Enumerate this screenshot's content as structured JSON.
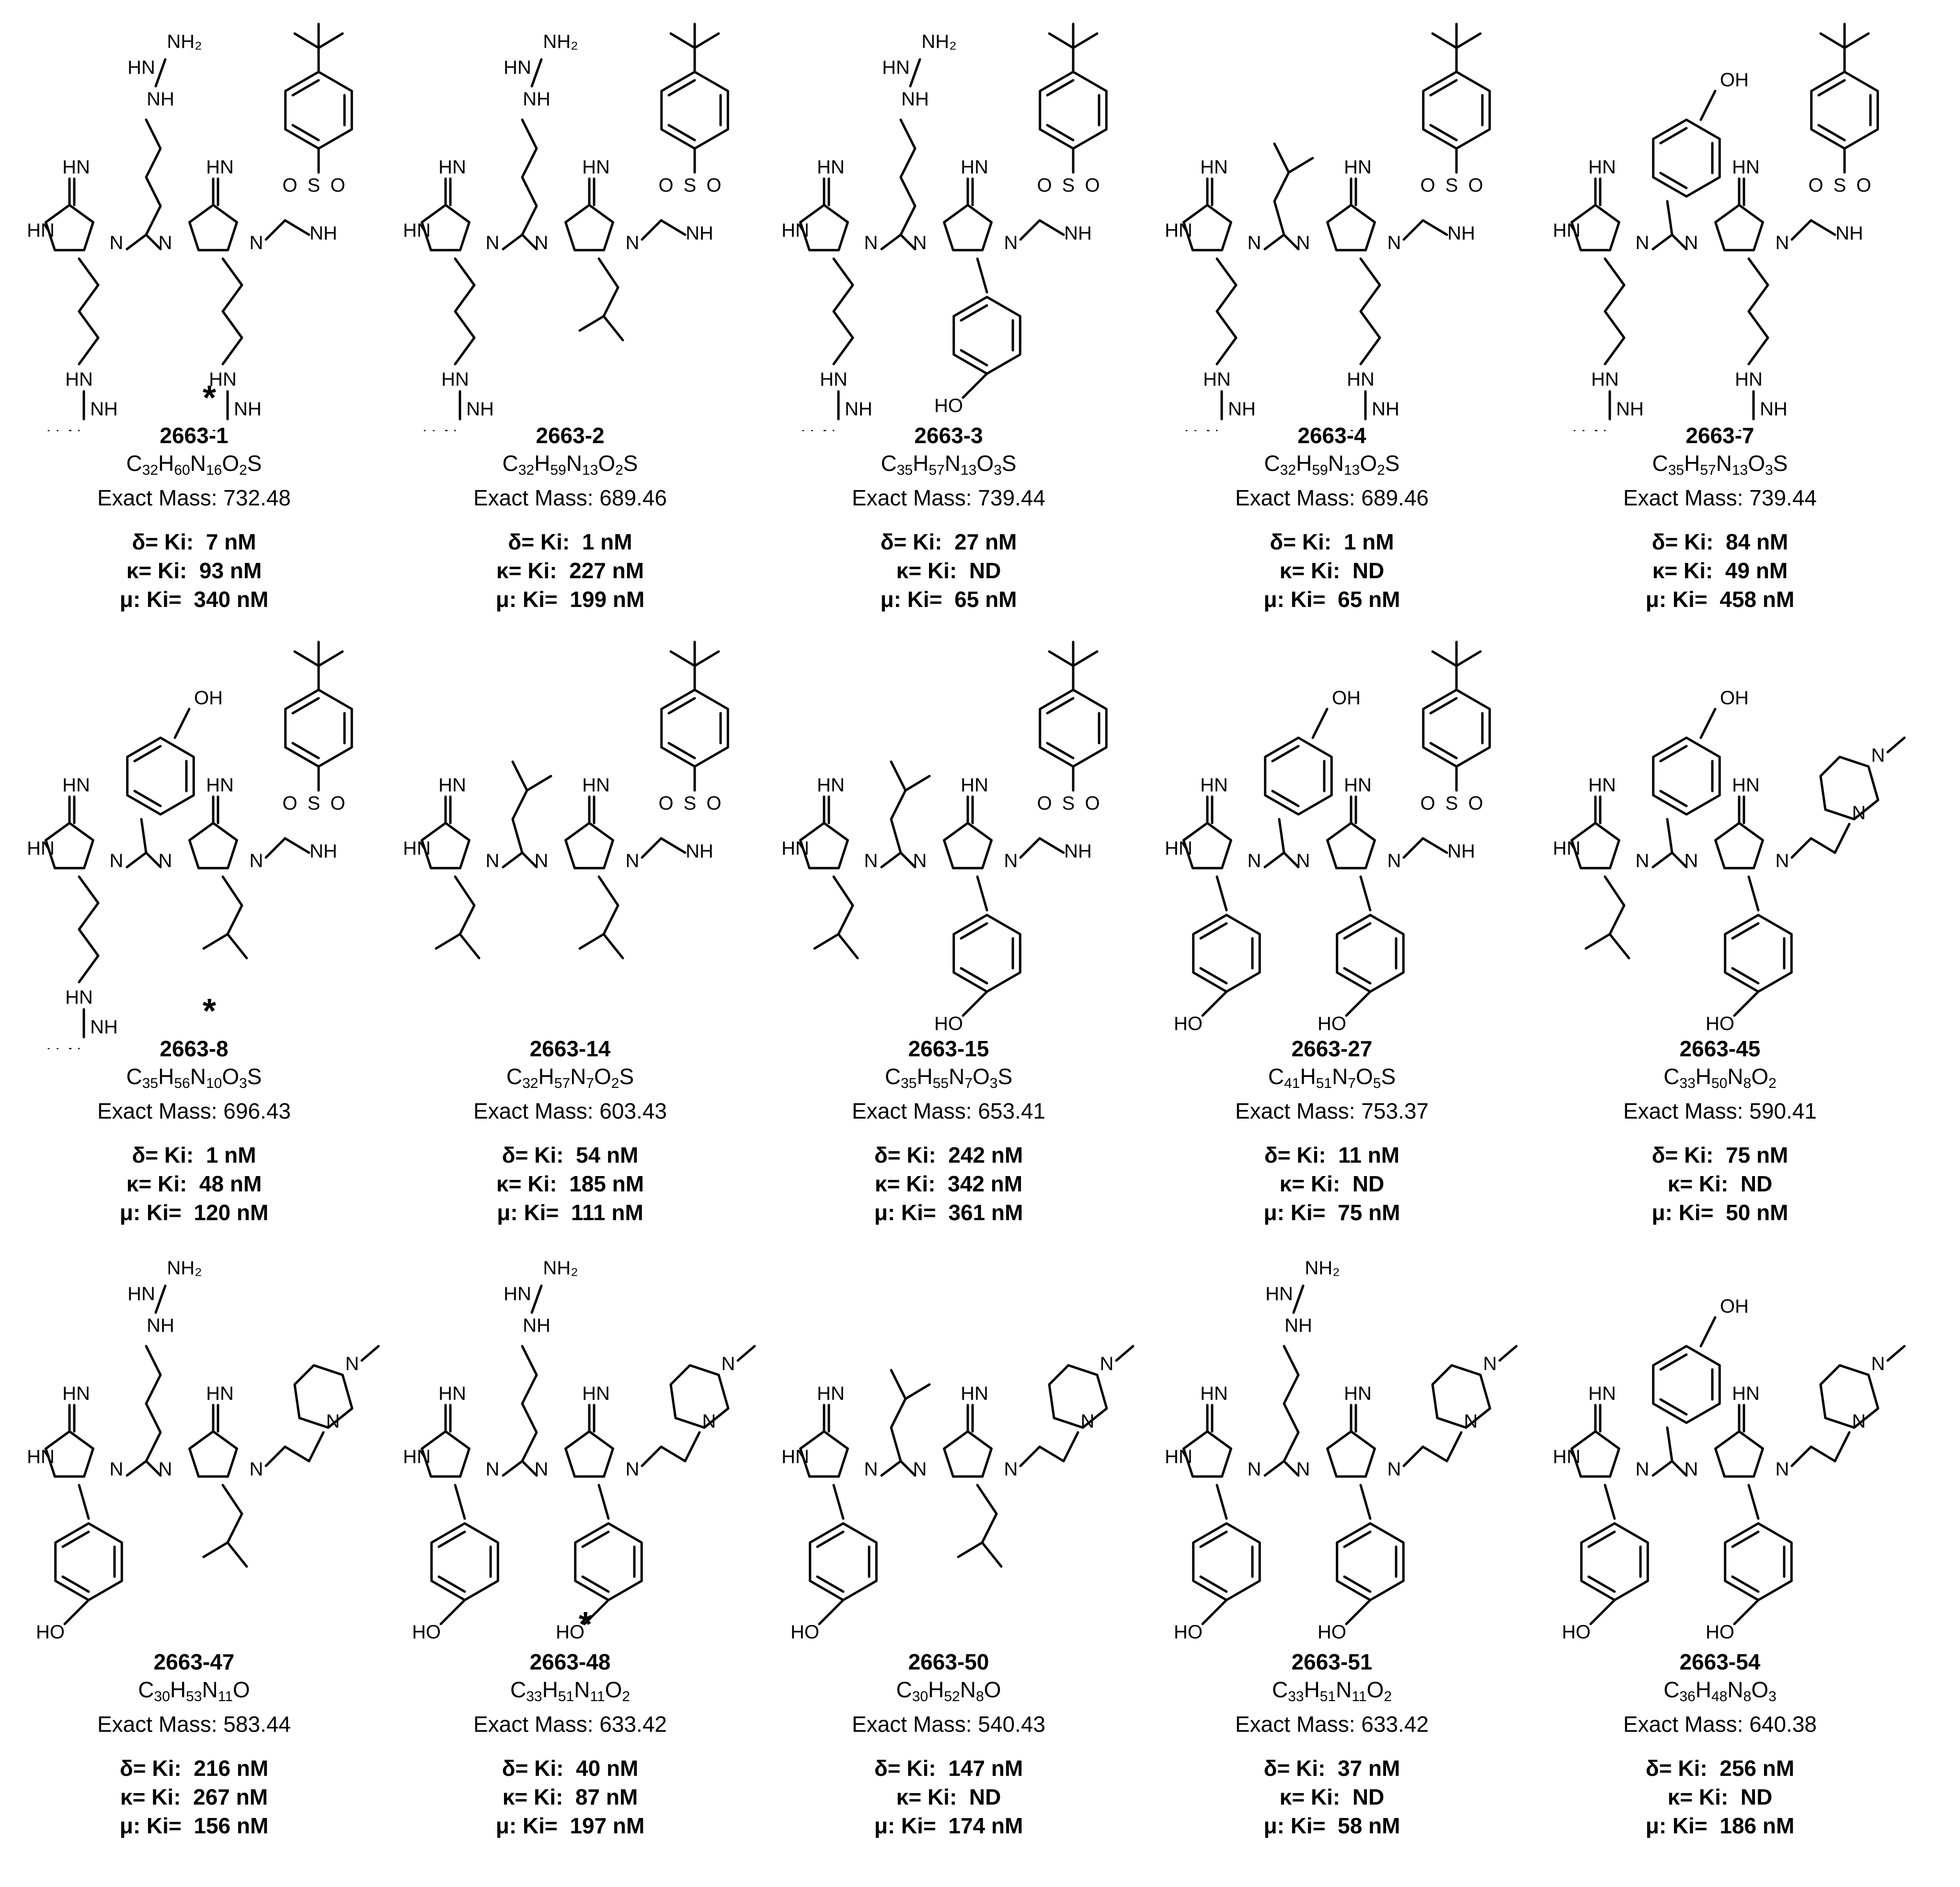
{
  "compounds": [
    {
      "id": "2663-1",
      "formula": [
        [
          "C",
          "32"
        ],
        [
          "H",
          "60"
        ],
        [
          "N",
          "16"
        ],
        [
          "O",
          "2"
        ],
        [
          "S",
          ""
        ]
      ],
      "mass_label": "Exact Mass:",
      "mass": "732.48",
      "star": true,
      "ki": [
        [
          "δ= Ki:",
          "7 nM"
        ],
        [
          "κ= Ki:",
          "93 nM"
        ],
        [
          "μ: Ki=",
          "340 nM"
        ]
      ],
      "left": {
        "type": "guan",
        "n": 3
      },
      "right": {
        "type": "guan",
        "n": 3
      },
      "top": {
        "type": "guan",
        "n": 3
      },
      "term": "sulfonamide"
    },
    {
      "id": "2663-2",
      "formula": [
        [
          "C",
          "32"
        ],
        [
          "H",
          "59"
        ],
        [
          "N",
          "13"
        ],
        [
          "O",
          "2"
        ],
        [
          "S",
          ""
        ]
      ],
      "mass_label": "Exact Mass:",
      "mass": "689.46",
      "star": false,
      "ki": [
        [
          "δ= Ki:",
          "1 nM"
        ],
        [
          "κ= Ki:",
          "227 nM"
        ],
        [
          "μ: Ki=",
          "199 nM"
        ]
      ],
      "left": {
        "type": "guan",
        "n": 3
      },
      "right": {
        "type": "ibu"
      },
      "top": {
        "type": "guan",
        "n": 3
      },
      "term": "sulfonamide"
    },
    {
      "id": "2663-3",
      "formula": [
        [
          "C",
          "35"
        ],
        [
          "H",
          "57"
        ],
        [
          "N",
          "13"
        ],
        [
          "O",
          "3"
        ],
        [
          "S",
          ""
        ]
      ],
      "mass_label": "Exact Mass:",
      "mass": "739.44",
      "star": false,
      "ki": [
        [
          "δ= Ki:",
          "27 nM"
        ],
        [
          "κ= Ki:",
          "ND"
        ],
        [
          "μ: Ki=",
          "65 nM"
        ]
      ],
      "left": {
        "type": "guan",
        "n": 3
      },
      "right": {
        "type": "phenol"
      },
      "top": {
        "type": "guan",
        "n": 3
      },
      "term": "sulfonamide"
    },
    {
      "id": "2663-4",
      "formula": [
        [
          "C",
          "32"
        ],
        [
          "H",
          "59"
        ],
        [
          "N",
          "13"
        ],
        [
          "O",
          "2"
        ],
        [
          "S",
          ""
        ]
      ],
      "mass_label": "Exact Mass:",
      "mass": "689.46",
      "star": false,
      "ki": [
        [
          "δ= Ki:",
          "1 nM"
        ],
        [
          "κ= Ki:",
          "ND"
        ],
        [
          "μ: Ki=",
          "65 nM"
        ]
      ],
      "left": {
        "type": "guan",
        "n": 3
      },
      "right": {
        "type": "guan",
        "n": 3
      },
      "top": {
        "type": "ibu"
      },
      "term": "sulfonamide"
    },
    {
      "id": "2663-7",
      "formula": [
        [
          "C",
          "35"
        ],
        [
          "H",
          "57"
        ],
        [
          "N",
          "13"
        ],
        [
          "O",
          "3"
        ],
        [
          "S",
          ""
        ]
      ],
      "mass_label": "Exact Mass:",
      "mass": "739.44",
      "star": false,
      "ki": [
        [
          "δ= Ki:",
          "84 nM"
        ],
        [
          "κ= Ki:",
          "49 nM"
        ],
        [
          "μ: Ki=",
          "458 nM"
        ]
      ],
      "left": {
        "type": "guan",
        "n": 3
      },
      "right": {
        "type": "guan",
        "n": 3
      },
      "top": {
        "type": "phenol"
      },
      "term": "sulfonamide"
    },
    {
      "id": "2663-8",
      "formula": [
        [
          "C",
          "35"
        ],
        [
          "H",
          "56"
        ],
        [
          "N",
          "10"
        ],
        [
          "O",
          "3"
        ],
        [
          "S",
          ""
        ]
      ],
      "mass_label": "Exact Mass:",
      "mass": "696.43",
      "star": true,
      "ki": [
        [
          "δ= Ki:",
          "1 nM"
        ],
        [
          "κ= Ki:",
          "48 nM"
        ],
        [
          "μ: Ki=",
          "120 nM"
        ]
      ],
      "left": {
        "type": "guan",
        "n": 3
      },
      "right": {
        "type": "ibu"
      },
      "top": {
        "type": "phenol"
      },
      "term": "sulfonamide"
    },
    {
      "id": "2663-14",
      "formula": [
        [
          "C",
          "32"
        ],
        [
          "H",
          "57"
        ],
        [
          "N",
          "7"
        ],
        [
          "O",
          "2"
        ],
        [
          "S",
          ""
        ]
      ],
      "mass_label": "Exact Mass:",
      "mass": "603.43",
      "star": false,
      "ki": [
        [
          "δ= Ki:",
          "54 nM"
        ],
        [
          "κ= Ki:",
          "185 nM"
        ],
        [
          "μ: Ki=",
          "111 nM"
        ]
      ],
      "left": {
        "type": "ibu"
      },
      "right": {
        "type": "ibu"
      },
      "top": {
        "type": "ibu"
      },
      "term": "sulfonamide"
    },
    {
      "id": "2663-15",
      "formula": [
        [
          "C",
          "35"
        ],
        [
          "H",
          "55"
        ],
        [
          "N",
          "7"
        ],
        [
          "O",
          "3"
        ],
        [
          "S",
          ""
        ]
      ],
      "mass_label": "Exact Mass:",
      "mass": "653.41",
      "star": false,
      "ki": [
        [
          "δ= Ki:",
          "242 nM"
        ],
        [
          "κ= Ki:",
          "342 nM"
        ],
        [
          "μ: Ki=",
          "361 nM"
        ]
      ],
      "left": {
        "type": "ibu"
      },
      "right": {
        "type": "phenol"
      },
      "top": {
        "type": "ibu"
      },
      "term": "sulfonamide"
    },
    {
      "id": "2663-27",
      "formula": [
        [
          "C",
          "41"
        ],
        [
          "H",
          "51"
        ],
        [
          "N",
          "7"
        ],
        [
          "O",
          "5"
        ],
        [
          "S",
          ""
        ]
      ],
      "mass_label": "Exact Mass:",
      "mass": "753.37",
      "star": false,
      "ki": [
        [
          "δ= Ki:",
          "11 nM"
        ],
        [
          "κ= Ki:",
          "ND"
        ],
        [
          "μ: Ki=",
          "75 nM"
        ]
      ],
      "left": {
        "type": "phenol"
      },
      "right": {
        "type": "phenol"
      },
      "top": {
        "type": "phenol"
      },
      "term": "sulfonamide"
    },
    {
      "id": "2663-45",
      "formula": [
        [
          "C",
          "33"
        ],
        [
          "H",
          "50"
        ],
        [
          "N",
          "8"
        ],
        [
          "O",
          "2"
        ]
      ],
      "mass_label": "Exact Mass:",
      "mass": "590.41",
      "star": false,
      "ki": [
        [
          "δ= Ki:",
          "75 nM"
        ],
        [
          "κ= Ki:",
          "ND"
        ],
        [
          "μ: Ki=",
          "50 nM"
        ]
      ],
      "left": {
        "type": "ibu"
      },
      "right": {
        "type": "phenol"
      },
      "top": {
        "type": "phenol"
      },
      "term": "piperazine"
    },
    {
      "id": "2663-47",
      "formula": [
        [
          "C",
          "30"
        ],
        [
          "H",
          "53"
        ],
        [
          "N",
          "11"
        ],
        [
          "O",
          ""
        ]
      ],
      "mass_label": "Exact Mass:",
      "mass": "583.44",
      "star": false,
      "ki": [
        [
          "δ= Ki:",
          "216 nM"
        ],
        [
          "κ= Ki:",
          "267 nM"
        ],
        [
          "μ: Ki=",
          "156 nM"
        ]
      ],
      "left": {
        "type": "phenol"
      },
      "right": {
        "type": "ibu"
      },
      "top": {
        "type": "guan",
        "n": 3
      },
      "term": "piperazine"
    },
    {
      "id": "2663-48",
      "formula": [
        [
          "C",
          "33"
        ],
        [
          "H",
          "51"
        ],
        [
          "N",
          "11"
        ],
        [
          "O",
          "2"
        ]
      ],
      "mass_label": "Exact Mass:",
      "mass": "633.42",
      "star": true,
      "ki": [
        [
          "δ= Ki:",
          "40 nM"
        ],
        [
          "κ= Ki:",
          "87 nM"
        ],
        [
          "μ: Ki=",
          "197 nM"
        ]
      ],
      "left": {
        "type": "phenol"
      },
      "right": {
        "type": "phenol"
      },
      "top": {
        "type": "guan",
        "n": 3
      },
      "term": "piperazine"
    },
    {
      "id": "2663-50",
      "formula": [
        [
          "C",
          "30"
        ],
        [
          "H",
          "52"
        ],
        [
          "N",
          "8"
        ],
        [
          "O",
          ""
        ]
      ],
      "mass_label": "Exact Mass:",
      "mass": "540.43",
      "star": false,
      "ki": [
        [
          "δ= Ki:",
          "147 nM"
        ],
        [
          "κ= Ki:",
          "ND"
        ],
        [
          "μ: Ki=",
          "174 nM"
        ]
      ],
      "left": {
        "type": "phenol"
      },
      "right": {
        "type": "ibu"
      },
      "top": {
        "type": "ibu"
      },
      "term": "piperazine"
    },
    {
      "id": "2663-51",
      "formula": [
        [
          "C",
          "33"
        ],
        [
          "H",
          "51"
        ],
        [
          "N",
          "11"
        ],
        [
          "O",
          "2"
        ]
      ],
      "mass_label": "Exact Mass:",
      "mass": "633.42",
      "star": false,
      "ki": [
        [
          "δ= Ki:",
          "37 nM"
        ],
        [
          "κ= Ki:",
          "ND"
        ],
        [
          "μ: Ki=",
          "58 nM"
        ]
      ],
      "left": {
        "type": "phenol"
      },
      "right": {
        "type": "phenol"
      },
      "top": {
        "type": "guan",
        "n": 3
      },
      "term": "piperazine"
    },
    {
      "id": "2663-54",
      "formula": [
        [
          "C",
          "36"
        ],
        [
          "H",
          "48"
        ],
        [
          "N",
          "8"
        ],
        [
          "O",
          "3"
        ]
      ],
      "mass_label": "Exact Mass:",
      "mass": "640.38",
      "star": false,
      "ki": [
        [
          "δ= Ki:",
          "256 nM"
        ],
        [
          "κ= Ki:",
          "ND"
        ],
        [
          "μ: Ki=",
          "186 nM"
        ]
      ],
      "left": {
        "type": "phenol"
      },
      "right": {
        "type": "phenol"
      },
      "top": {
        "type": "phenol"
      },
      "term": "piperazine"
    }
  ]
}
